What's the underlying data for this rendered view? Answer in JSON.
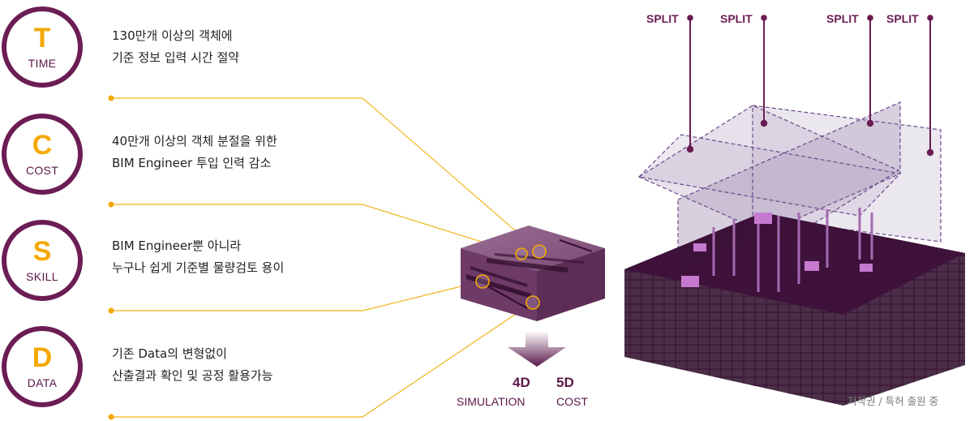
{
  "items": [
    {
      "letter": "T",
      "word": "TIME",
      "lines": [
        "130만개 이상의 객체에",
        "기준 정보 입력 시간 절약"
      ]
    },
    {
      "letter": "C",
      "word": "COST",
      "lines": [
        "40만개 이상의 객체 분절을 위한",
        "BIM Engineer 투입 인력 감소"
      ]
    },
    {
      "letter": "S",
      "word": "SKILL",
      "lines": [
        "BIM Engineer뿐 아니라",
        "누구나 쉽게 기준별 물량검토 용이"
      ]
    },
    {
      "letter": "D",
      "word": "DATA",
      "lines": [
        "기존 Data의 변형없이",
        "산출결과 확인 및 공정 활용가능"
      ]
    }
  ],
  "outputs": [
    {
      "big": "4D",
      "small": "SIMULATION"
    },
    {
      "big": "5D",
      "small": "COST"
    }
  ],
  "split_labels": [
    "SPLIT",
    "SPLIT",
    "SPLIT",
    "SPLIT"
  ],
  "copyright": "저작권 / 특허 출원 중",
  "colors": {
    "purple": "#6b1d54",
    "gold": "#f5a800",
    "line": "#f2b31b"
  }
}
